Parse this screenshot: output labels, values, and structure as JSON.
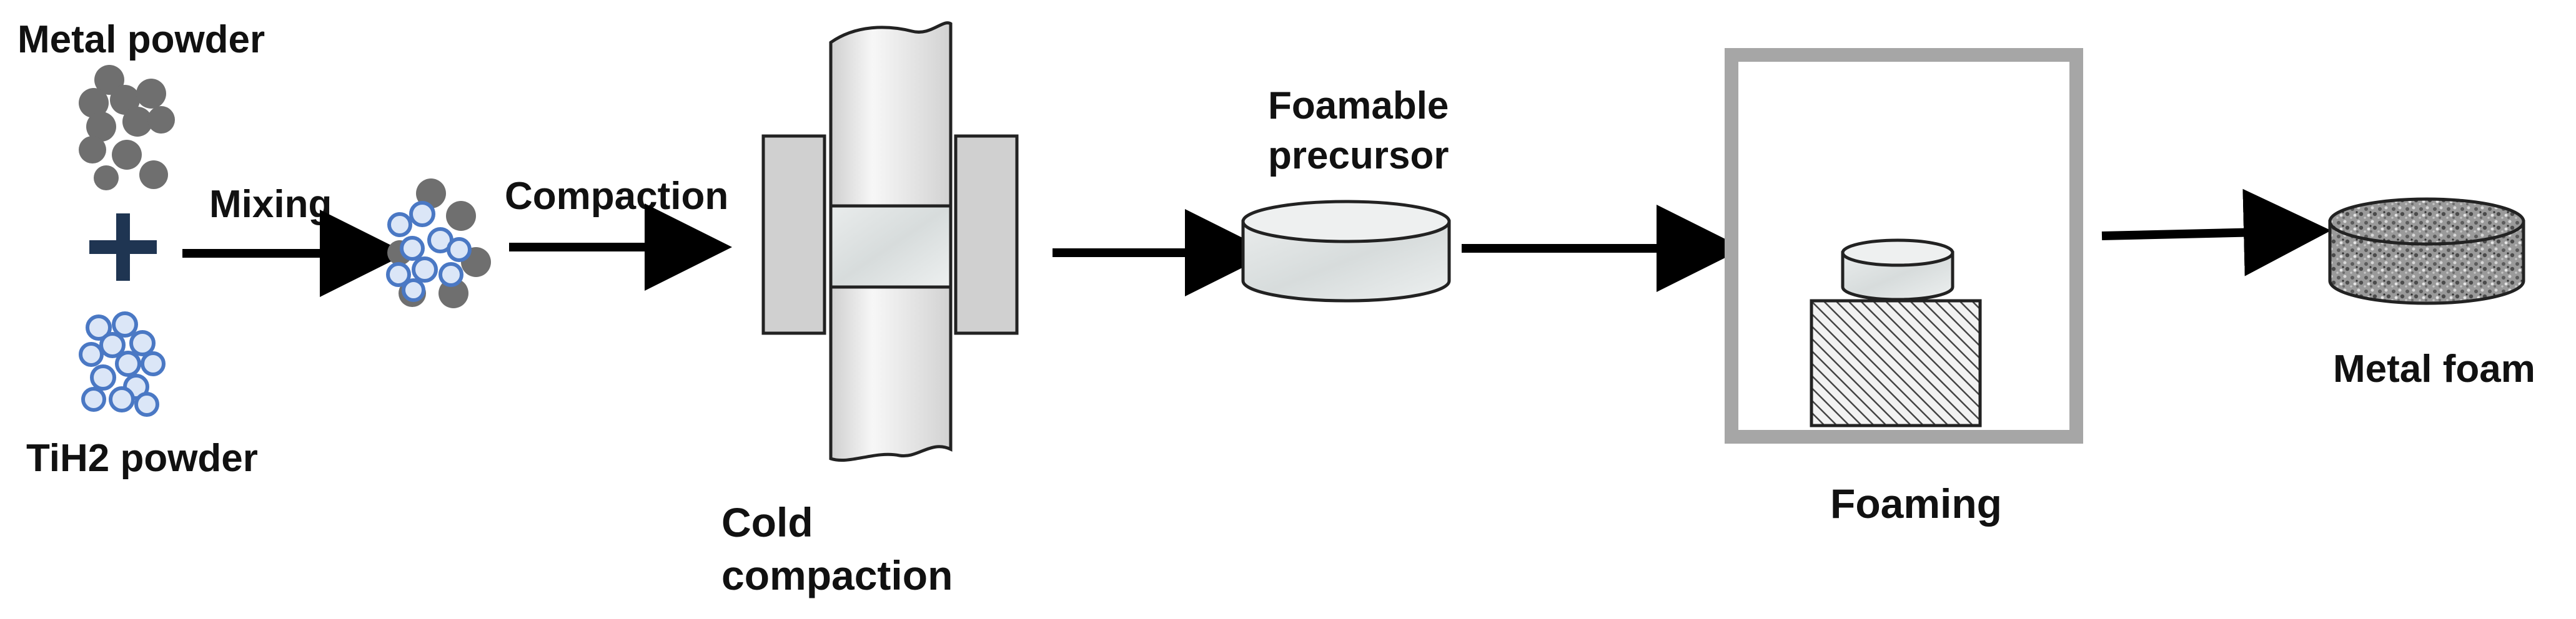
{
  "diagram": {
    "labels": {
      "metal_powder": "Metal powder",
      "tih2_powder": "TiH2 powder",
      "plus": "+",
      "mixing": "Mixing",
      "compaction": "Compaction",
      "cold_compaction_line1": "Cold",
      "cold_compaction_line2": "compaction",
      "foamable_line1": "Foamable",
      "foamable_line2": "precursor",
      "foaming": "Foaming",
      "metal_foam": "Metal foam"
    },
    "colors": {
      "metal_particle": "#6f6f6f",
      "tih2_particle_fill": "#dbe6f7",
      "tih2_particle_stroke": "#4a78c4",
      "plus_sign": "#1f3552",
      "arrow": "#000000",
      "furnace_frame": "#a6a6a6",
      "die_block": "#d0d0d0",
      "punch": "#e4e4e4"
    }
  }
}
